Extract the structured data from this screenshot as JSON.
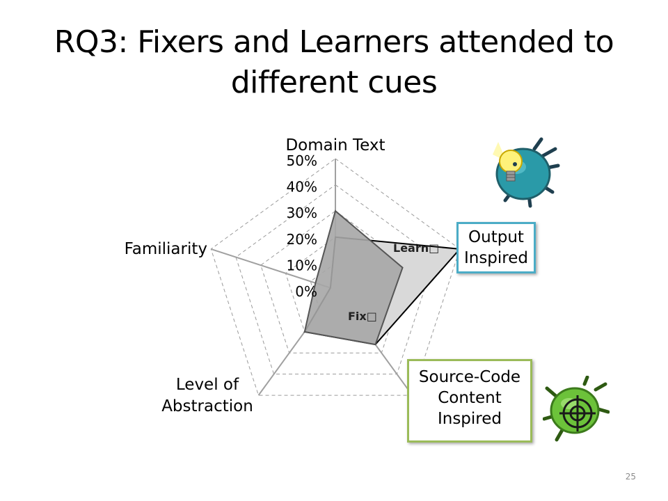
{
  "slide": {
    "title_line1": "RQ3: Fixers and Learners attended to",
    "title_line2": "different cues",
    "page_number": "25"
  },
  "callouts": {
    "output_inspired": [
      "Output",
      "Inspired"
    ],
    "source_code_inspired": [
      "Source-Code",
      "Content",
      "Inspired"
    ],
    "output_border_color": "#4bacc6",
    "source_border_color": "#9bbb59"
  },
  "icons": {
    "learner": "lightbulb-bug-icon",
    "fixer": "target-bug-icon"
  },
  "chart_data": {
    "type": "radar",
    "axes": [
      {
        "label_lines": [
          "Domain Text"
        ]
      },
      {
        "label_lines": []
      },
      {
        "label_lines": []
      },
      {
        "label_lines": [
          "Level of",
          "Abstraction"
        ]
      },
      {
        "label_lines": [
          "Familiarity"
        ]
      }
    ],
    "tick_labels": [
      "0%",
      "10%",
      "20%",
      "30%",
      "40%",
      "50%"
    ],
    "rlim": [
      0,
      50
    ],
    "grid": true,
    "series": [
      {
        "name": "Learn",
        "values": [
          20,
          50,
          26,
          20,
          2
        ],
        "fill": "#d9d9d9",
        "stroke": "#000000"
      },
      {
        "name": "Fix",
        "values": [
          30,
          27,
          26,
          20,
          8
        ],
        "fill": "#a6a6a6",
        "stroke": "#555555"
      }
    ]
  }
}
